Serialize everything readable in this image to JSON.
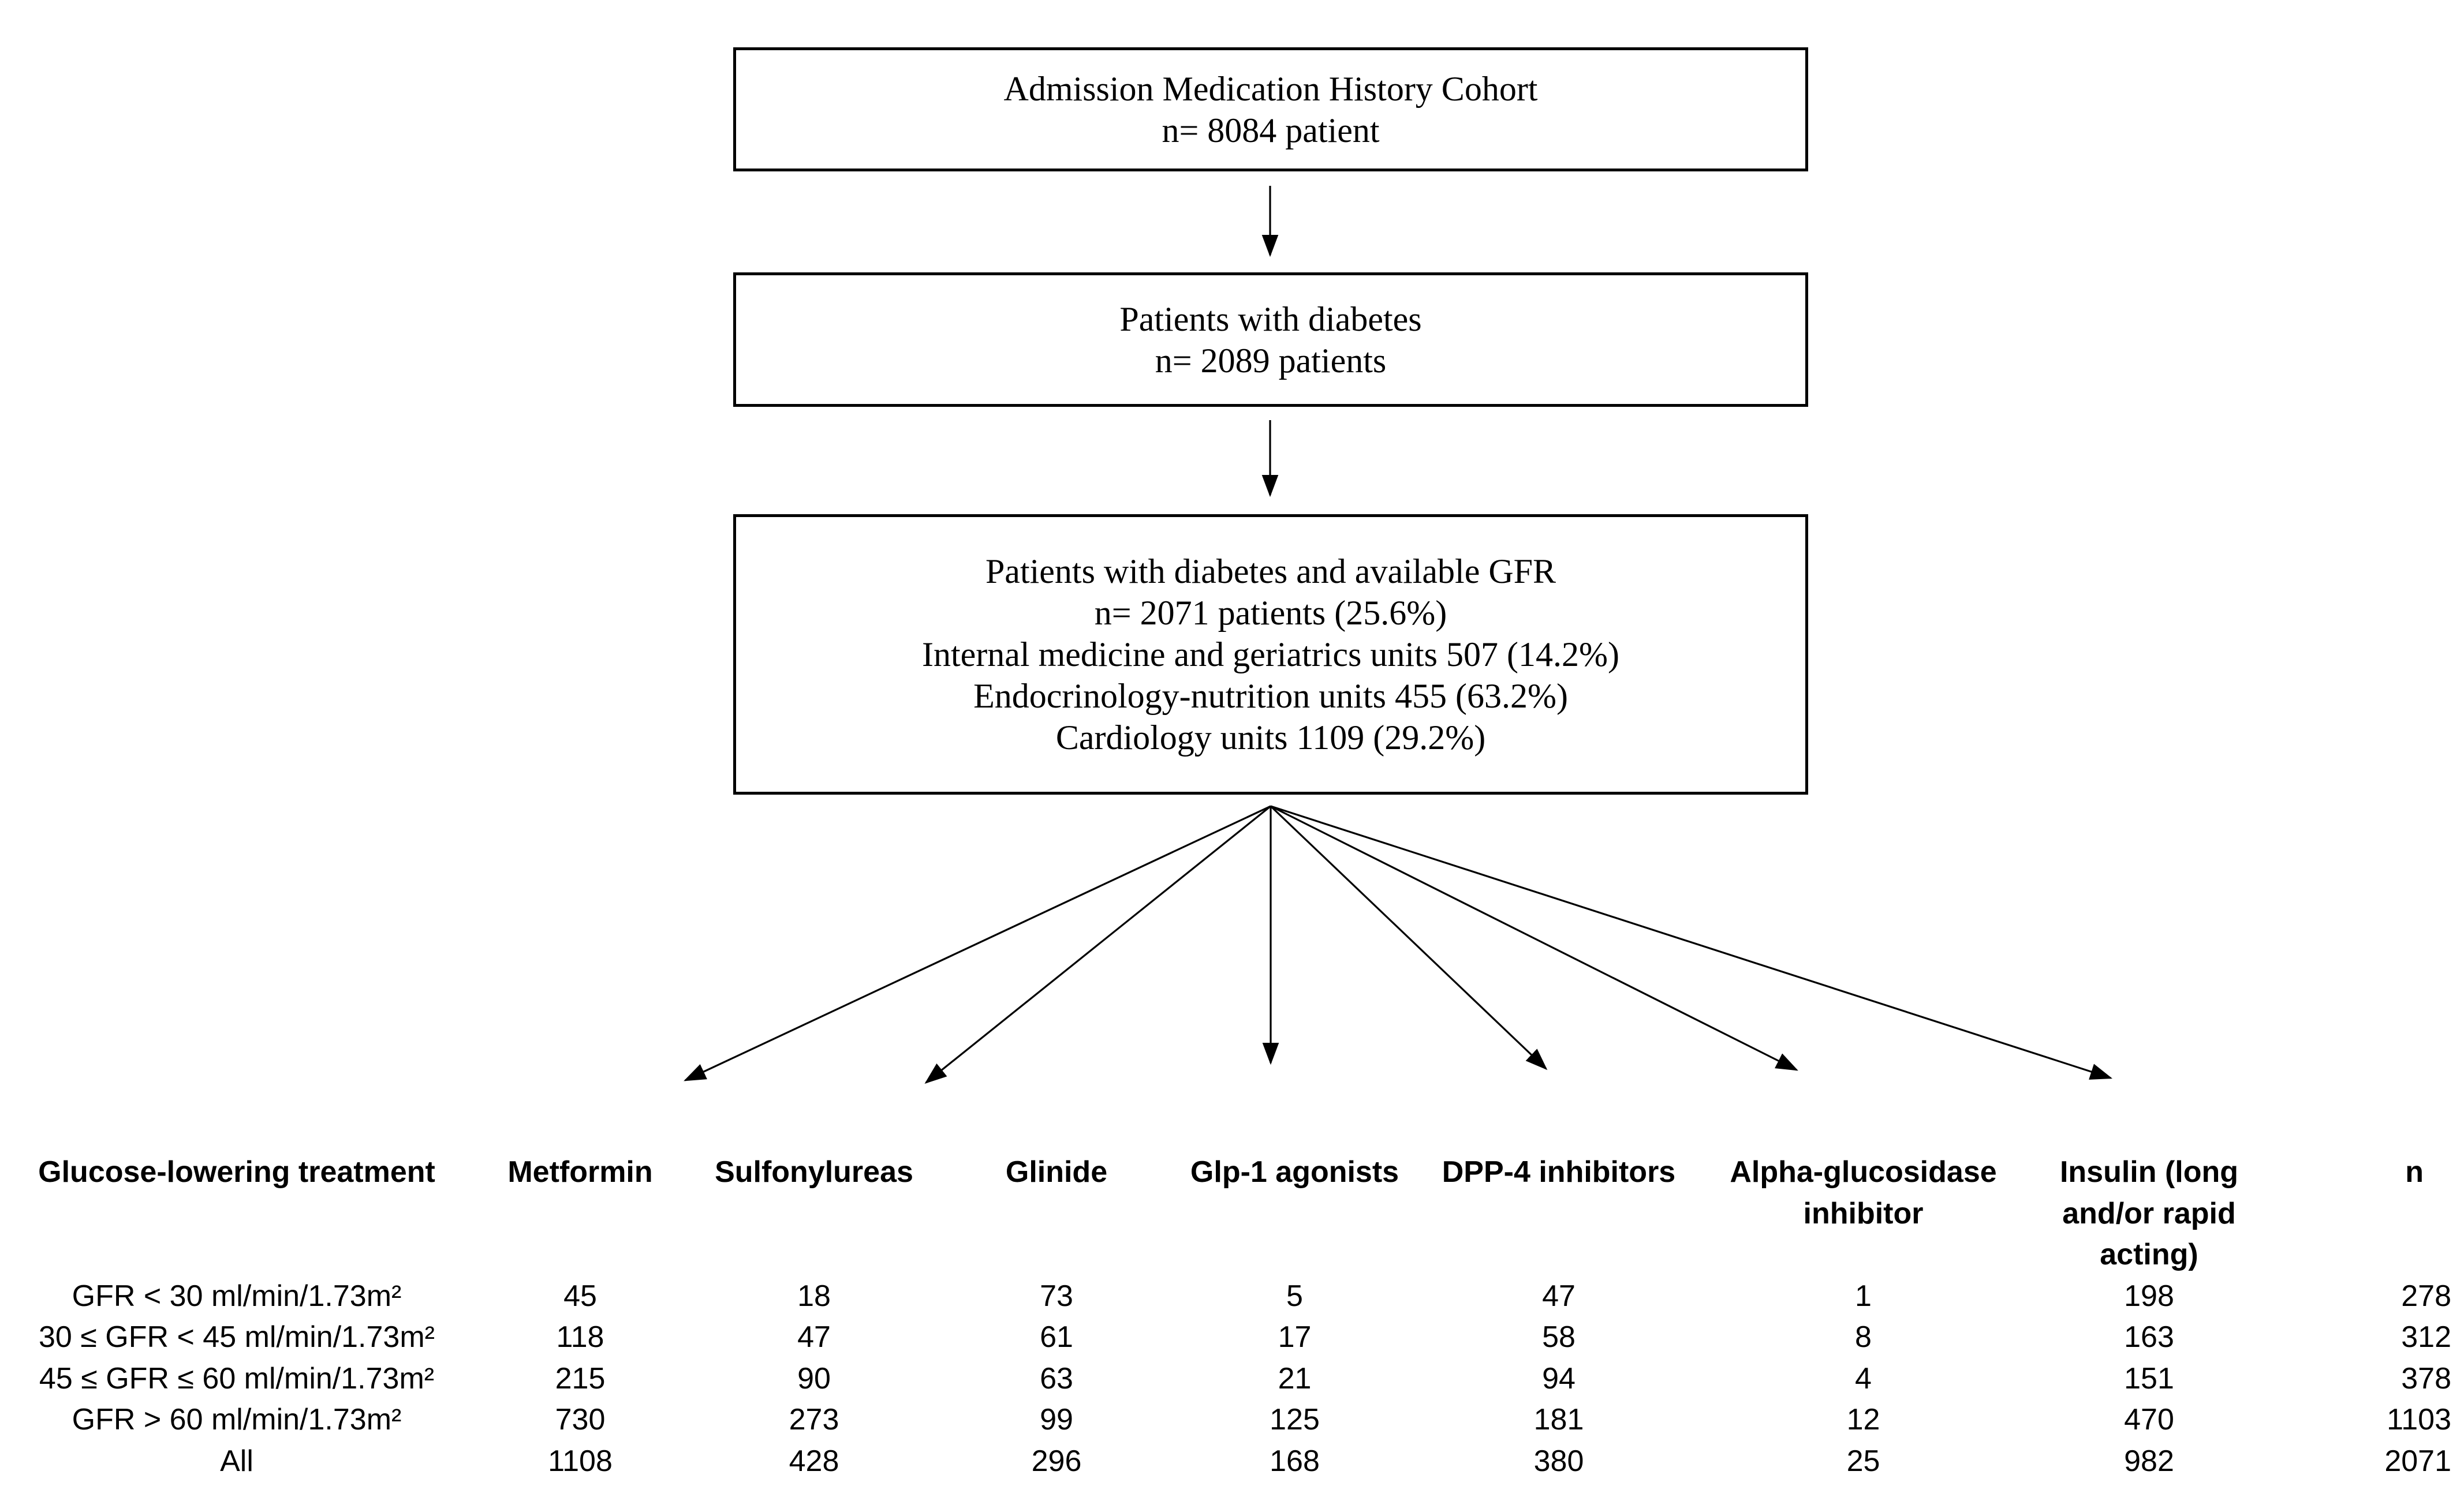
{
  "colors": {
    "background": "#ffffff",
    "text": "#000000",
    "line": "#000000"
  },
  "flowchart": {
    "boxes": [
      {
        "id": "admission-cohort",
        "lines": [
          "Admission Medication History Cohort",
          "n= 8084 patient"
        ]
      },
      {
        "id": "patients-with-diabetes",
        "lines": [
          "Patients with diabetes",
          "n= 2089 patients"
        ]
      },
      {
        "id": "diabetes-with-gfr",
        "lines": [
          "Patients with diabetes and available GFR",
          "n= 2071 patients (25.6%)",
          "Internal medicine and geriatrics units 507 (14.2%)",
          "Endocrinology-nutrition units 455 (63.2%)",
          "Cardiology units 1109 (29.2%)"
        ]
      }
    ]
  },
  "table": {
    "headers": [
      "Glucose-lowering treatment",
      "Metformin",
      "Sulfonylureas",
      "Glinide",
      "Glp-1 agonists",
      "DPP-4 inhibitors",
      "Alpha-glucosidase inhibitor",
      "Insulin (long and/or rapid acting)",
      "n"
    ],
    "rows": [
      {
        "label": "GFR < 30 ml/min/1.73m²",
        "values": [
          45,
          18,
          73,
          5,
          47,
          1,
          198,
          278
        ]
      },
      {
        "label": "30 ≤ GFR < 45 ml/min/1.73m²",
        "values": [
          118,
          47,
          61,
          17,
          58,
          8,
          163,
          312
        ]
      },
      {
        "label": "45 ≤ GFR ≤ 60 ml/min/1.73m²",
        "values": [
          215,
          90,
          63,
          21,
          94,
          4,
          151,
          378
        ]
      },
      {
        "label": "GFR > 60 ml/min/1.73m²",
        "values": [
          730,
          273,
          99,
          125,
          181,
          12,
          470,
          1103
        ]
      },
      {
        "label": "All",
        "values": [
          1108,
          428,
          296,
          168,
          380,
          25,
          982,
          2071
        ]
      }
    ]
  }
}
